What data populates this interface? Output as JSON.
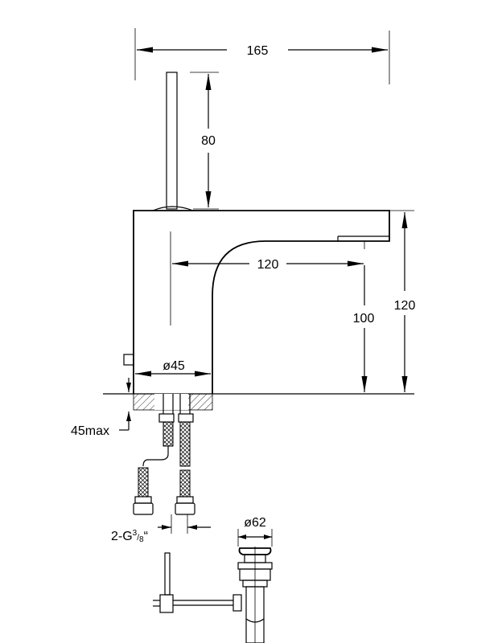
{
  "dimensions": {
    "overall_width": "165",
    "lever_height": "80",
    "spout_reach": "120",
    "spout_height": "100",
    "total_height": "120",
    "base_diameter": "ø45",
    "max_deck_thickness": "45max",
    "connection_thread": "2-G",
    "thread_fraction_num": "3",
    "thread_fraction_den": "8",
    "thread_quote": "“",
    "waste_diameter": "ø62"
  }
}
